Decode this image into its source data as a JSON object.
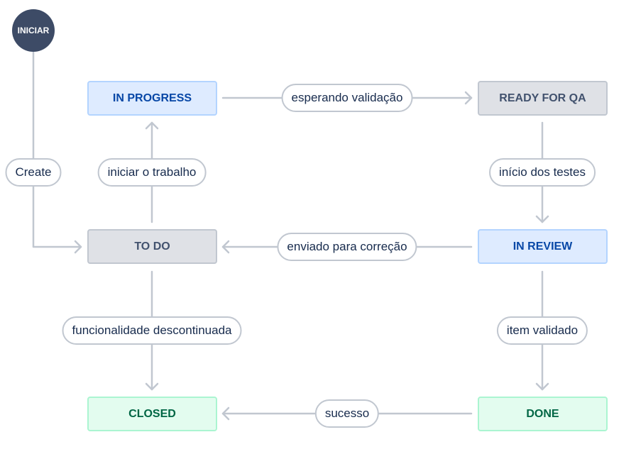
{
  "start_node": {
    "label": "INICIAR"
  },
  "statuses": {
    "in_progress": "IN PROGRESS",
    "ready_for_qa": "READY FOR QA",
    "to_do": "TO DO",
    "in_review": "IN REVIEW",
    "closed": "CLOSED",
    "done": "DONE"
  },
  "transitions": {
    "create": "Create",
    "esperando_validacao": "esperando validação",
    "iniciar_trabalho": "iniciar o trabalho",
    "inicio_testes": "início dos testes",
    "enviado_correcao": "enviado para correção",
    "funcionalidade_descontinuada": "funcionalidade descontinuada",
    "item_validado": "item validado",
    "sucesso": "sucesso"
  },
  "colors": {
    "connector": "#c1c7d0",
    "start_node": "#3d4b66",
    "status_blue_bg": "#deebff",
    "status_gray_bg": "#dfe1e6",
    "status_green_bg": "#e3fcef"
  }
}
